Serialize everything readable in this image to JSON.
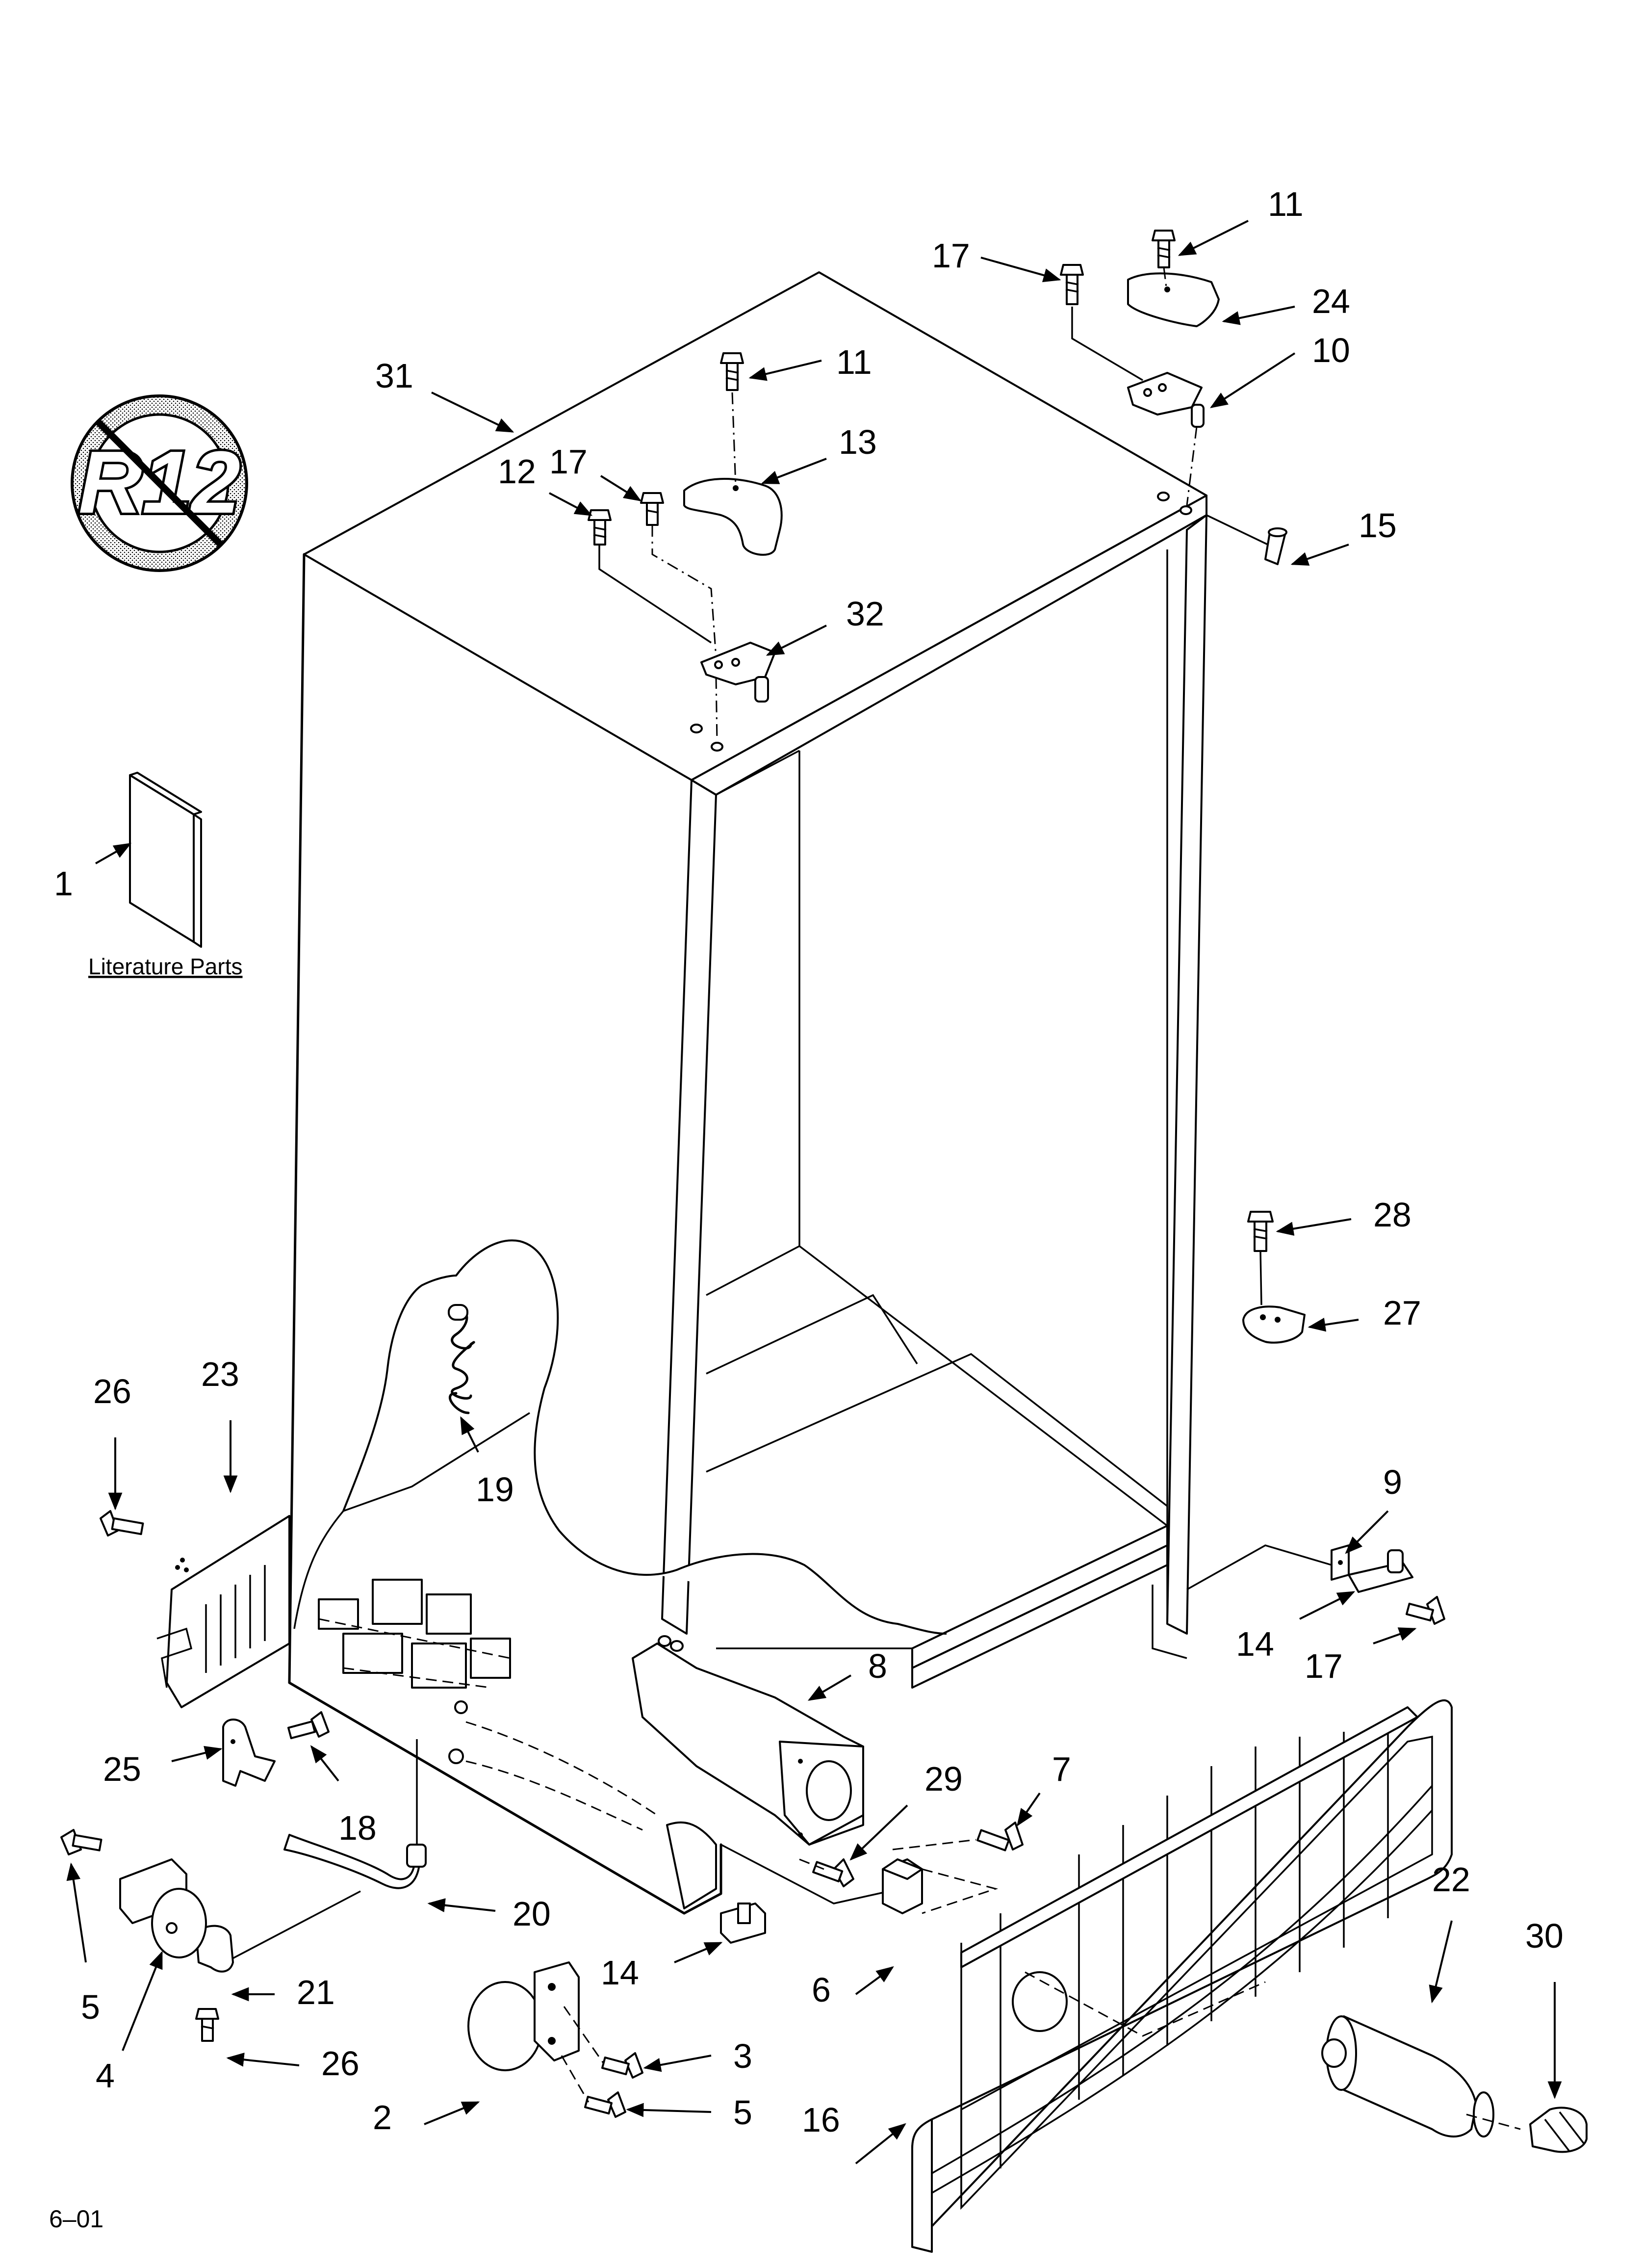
{
  "diagram": {
    "literature_label": "Literature Parts",
    "revision": "6–01",
    "badge_text": "R12",
    "callouts": [
      {
        "id": "c31",
        "text": "31"
      },
      {
        "id": "c11a",
        "text": "11"
      },
      {
        "id": "c17a",
        "text": "17"
      },
      {
        "id": "c24",
        "text": "24"
      },
      {
        "id": "c10",
        "text": "10"
      },
      {
        "id": "c11b",
        "text": "11"
      },
      {
        "id": "c13",
        "text": "13"
      },
      {
        "id": "c12",
        "text": "12"
      },
      {
        "id": "c17b",
        "text": "17"
      },
      {
        "id": "c15",
        "text": "15"
      },
      {
        "id": "c32",
        "text": "32"
      },
      {
        "id": "c1",
        "text": "1"
      },
      {
        "id": "c28",
        "text": "28"
      },
      {
        "id": "c27",
        "text": "27"
      },
      {
        "id": "c26a",
        "text": "26"
      },
      {
        "id": "c23",
        "text": "23"
      },
      {
        "id": "c19",
        "text": "19"
      },
      {
        "id": "c9",
        "text": "9"
      },
      {
        "id": "c14a",
        "text": "14"
      },
      {
        "id": "c17c",
        "text": "17"
      },
      {
        "id": "c8",
        "text": "8"
      },
      {
        "id": "c25",
        "text": "25"
      },
      {
        "id": "c18",
        "text": "18"
      },
      {
        "id": "c29",
        "text": "29"
      },
      {
        "id": "c7",
        "text": "7"
      },
      {
        "id": "c20",
        "text": "20"
      },
      {
        "id": "c22",
        "text": "22"
      },
      {
        "id": "c30",
        "text": "30"
      },
      {
        "id": "c5a",
        "text": "5"
      },
      {
        "id": "c4",
        "text": "4"
      },
      {
        "id": "c21",
        "text": "21"
      },
      {
        "id": "c14b",
        "text": "14"
      },
      {
        "id": "c6",
        "text": "6"
      },
      {
        "id": "c3",
        "text": "3"
      },
      {
        "id": "c26b",
        "text": "26"
      },
      {
        "id": "c5b",
        "text": "5"
      },
      {
        "id": "c2",
        "text": "2"
      },
      {
        "id": "c16",
        "text": "16"
      }
    ]
  }
}
